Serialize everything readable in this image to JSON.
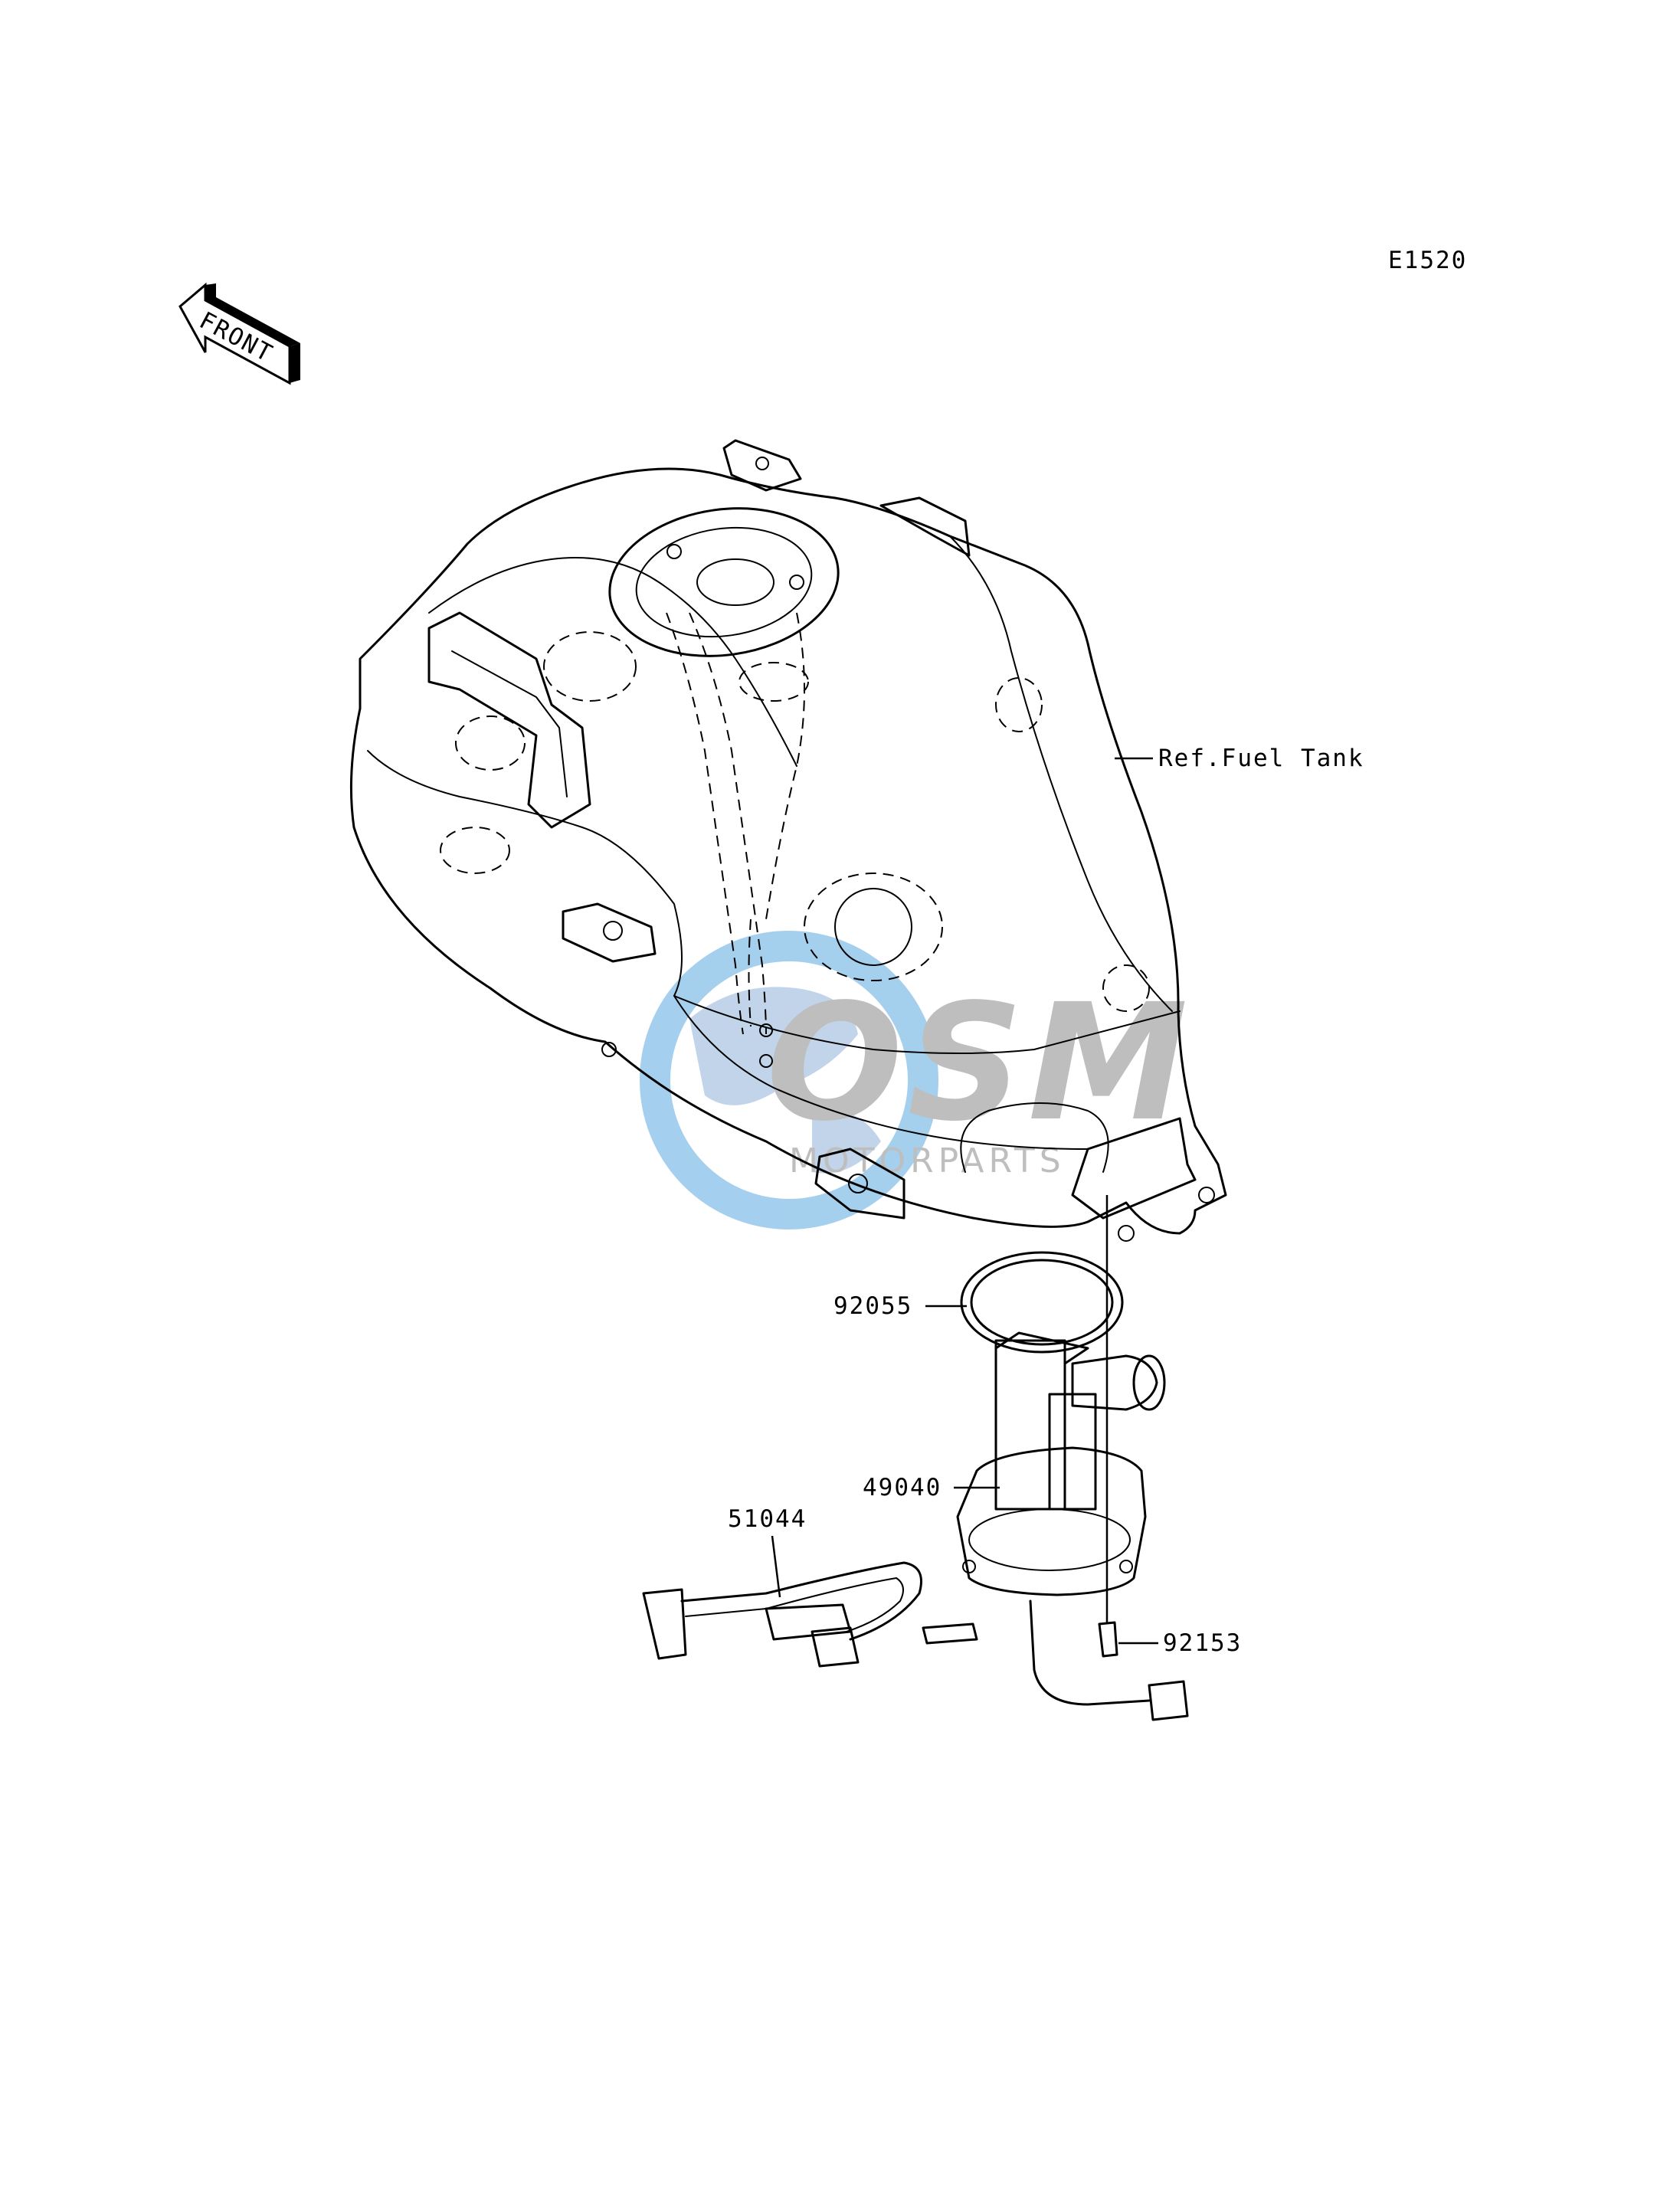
{
  "diagram_code": "E1520",
  "front_marker": "FRONT",
  "watermark": {
    "primary": "OSM",
    "secondary": "MOTORPARTS"
  },
  "reference": {
    "label": "Ref.Fuel Tank"
  },
  "parts": [
    {
      "number": "92055",
      "name": "gasket"
    },
    {
      "number": "49040",
      "name": "fuel-pump-assembly"
    },
    {
      "number": "51044",
      "name": "fuel-hose"
    },
    {
      "number": "92153",
      "name": "bolt"
    }
  ]
}
